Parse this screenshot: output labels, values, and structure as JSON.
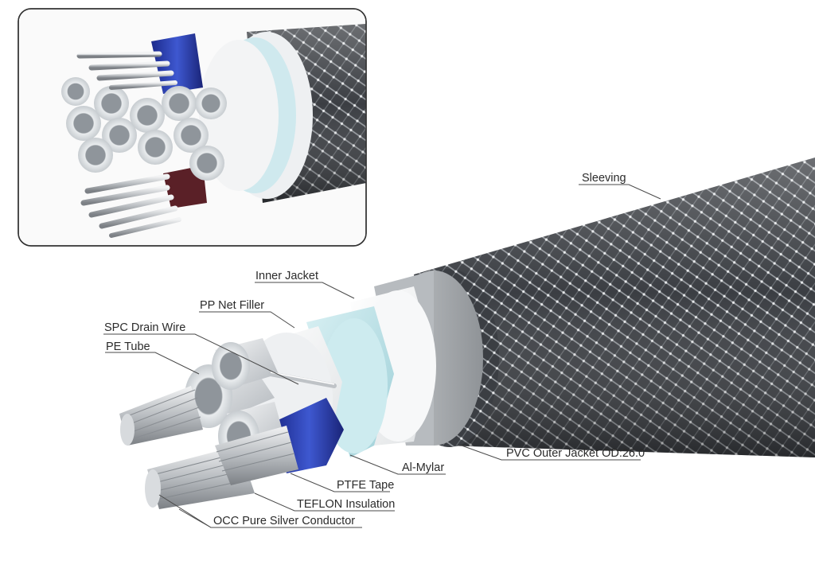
{
  "labels": {
    "sleeving": "Sleeving",
    "inner_jacket": "Inner Jacket",
    "pp_net_filler": "PP Net Filler",
    "spc_drain_wire": "SPC Drain Wire",
    "pe_tube": "PE Tube",
    "pvc_outer_jacket": "PVC Outer Jacket OD:26.0",
    "al_mylar": "Al-Mylar",
    "ptfe_tape": "PTFE Tape",
    "teflon_insulation": "TEFLON Insulation",
    "occ_conductor": "OCC Pure Silver Conductor"
  },
  "colors": {
    "sleeving_dark": "#3a3d42",
    "sleeving_light": "#8d9196",
    "pvc_jacket": "#a9adb1",
    "inner_jacket": "#f4f5f6",
    "al_mylar": "#bfe3e8",
    "ptfe_blue": "#2a3ea8",
    "silver": "#c9ccd0",
    "inset_border": "#333333"
  }
}
